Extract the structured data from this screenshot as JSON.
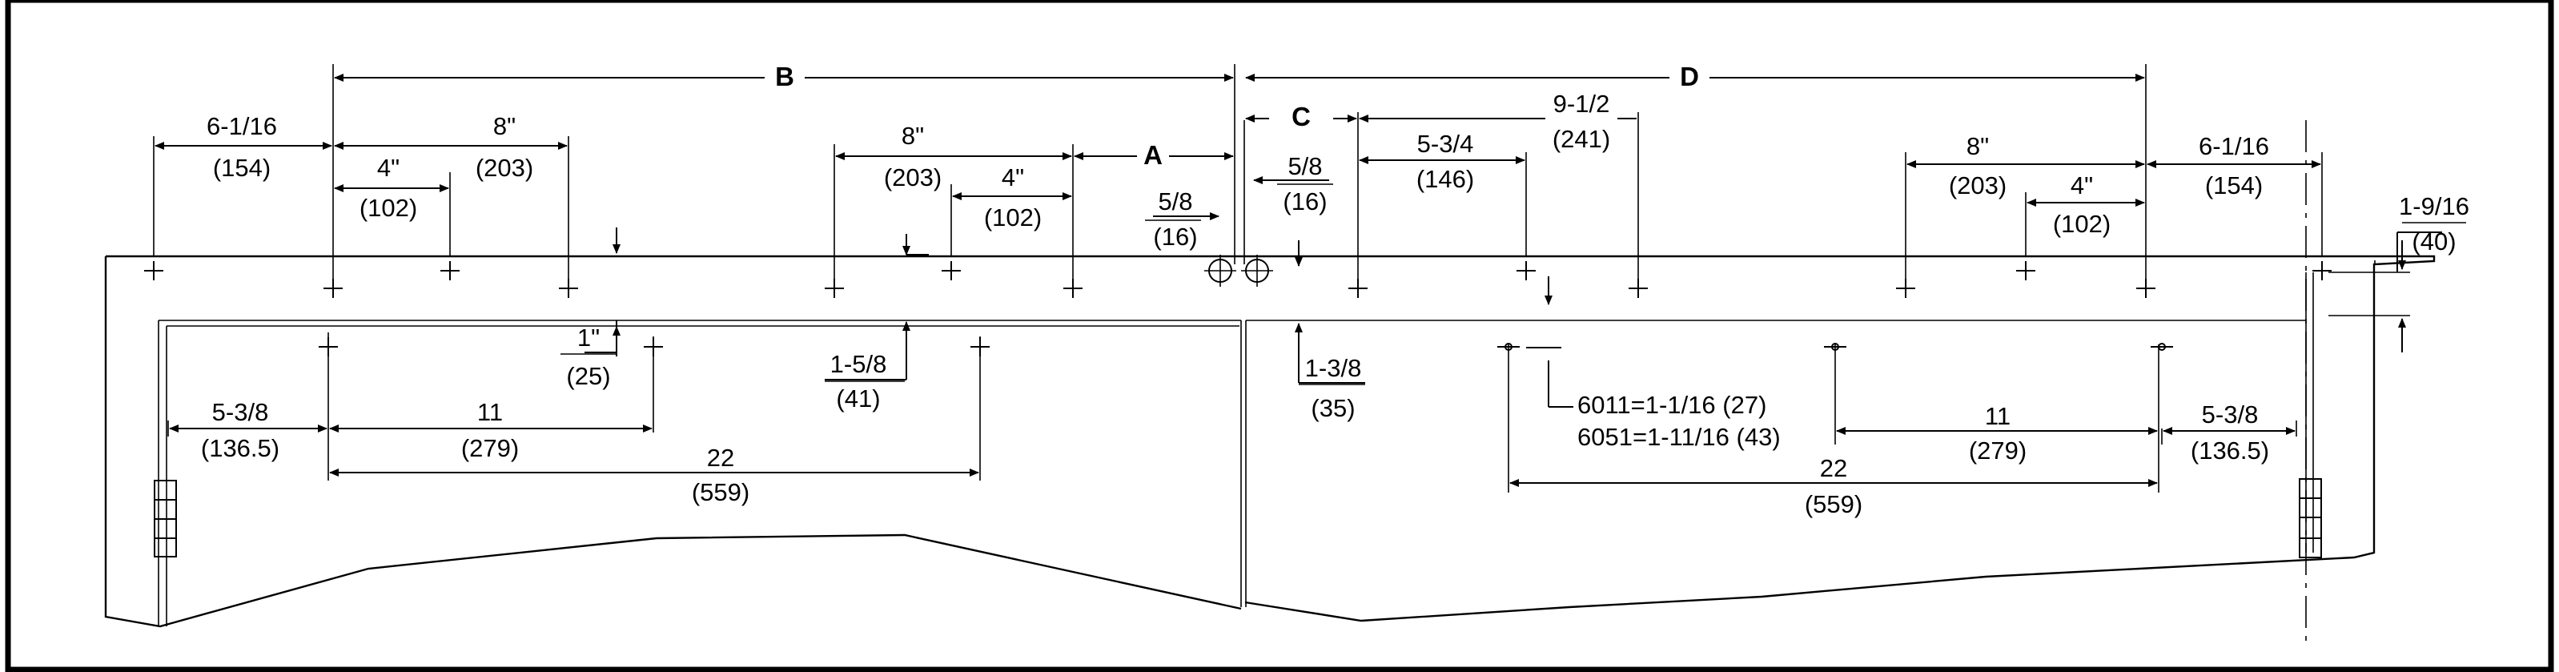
{
  "labels": {
    "B": "B",
    "D": "D",
    "A": "A",
    "C": "C",
    "l_6_1_16_left": "6-1/16",
    "l_154_left": "(154)",
    "l_8in_left": "8\"",
    "l_203_left": "(203)",
    "l_4in_left": "4\"",
    "l_102_left": "(102)",
    "l_8in_mid": "8\"",
    "l_203_mid": "(203)",
    "l_4in_mid": "4\"",
    "l_102_mid": "(102)",
    "l_5_8_a": "5/8",
    "l_16_a": "(16)",
    "l_5_8_b": "5/8",
    "l_16_b": "(16)",
    "l_5_3_4": "5-3/4",
    "l_146": "(146)",
    "l_9_1_2": "9-1/2",
    "l_241": "(241)",
    "l_8in_right": "8\"",
    "l_203_right": "(203)",
    "l_4in_right": "4\"",
    "l_102_right": "(102)",
    "l_6_1_16_right": "6-1/16",
    "l_154_right": "(154)",
    "l_1_9_16": "1-9/16",
    "l_40": "(40)",
    "l_1in": "1\"",
    "l_25": "(25)",
    "l_1_5_8": "1-5/8",
    "l_41": "(41)",
    "l_1_3_8": "1-3/8",
    "l_35": "(35)",
    "l_6011": "6011=1-1/16 (27)",
    "l_6051": "6051=1-11/16 (43)",
    "l_5_3_8_left": "5-3/8",
    "l_136_5_left": "(136.5)",
    "l_11_left": "11",
    "l_279_left": "(279)",
    "l_22_left": "22",
    "l_559_left": "(559)",
    "l_11_right": "11",
    "l_279_right": "(279)",
    "l_5_3_8_right": "5-3/8",
    "l_136_5_right": "(136.5)",
    "l_22_right": "22",
    "l_559_right": "(559)"
  }
}
